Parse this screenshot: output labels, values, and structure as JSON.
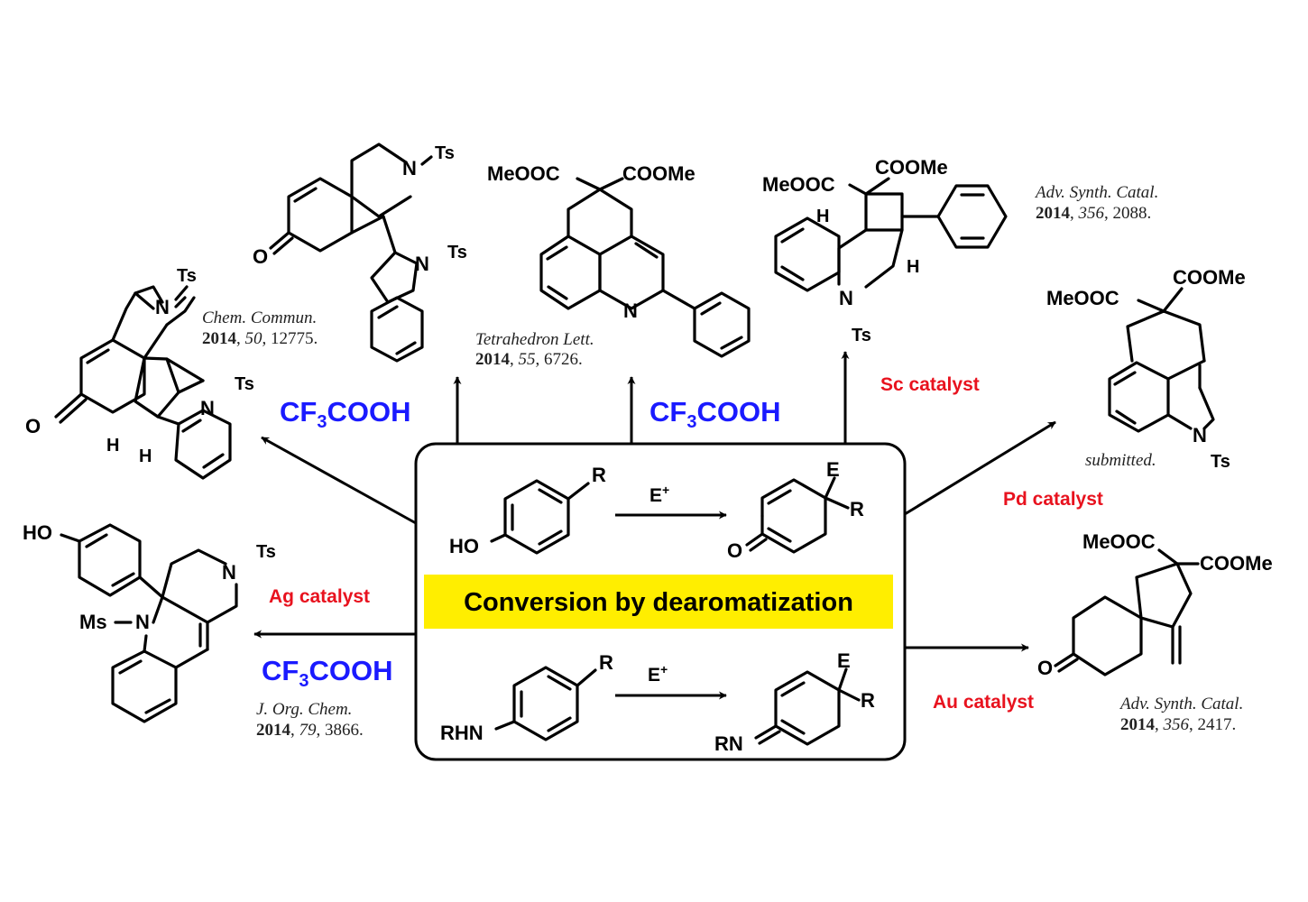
{
  "center": {
    "banner": "Conversion by dearomatization",
    "banner_color": "#ffee00",
    "phenol": {
      "r": "R",
      "oh": "HO",
      "reagent": "E",
      "reagent_sup": "+",
      "prod_e": "E",
      "prod_r": "R",
      "prod_o": "O"
    },
    "aniline": {
      "r": "R",
      "nh": "RHN",
      "reagent": "E",
      "reagent_sup": "+",
      "prod_e": "E",
      "prod_r": "R",
      "prod_n": "RN"
    }
  },
  "reagents": {
    "cf3cooh_a": {
      "pre": "CF",
      "sub": "3",
      "post": "COOH"
    },
    "cf3cooh_b": {
      "pre": "CF",
      "sub": "3",
      "post": "COOH"
    },
    "cf3cooh_c": {
      "pre": "CF",
      "sub": "3",
      "post": "COOH"
    },
    "sc": "Sc catalyst",
    "pd": "Pd catalyst",
    "ag": "Ag catalyst",
    "au": "Au catalyst"
  },
  "citations": {
    "chem_commun": {
      "journal": "Chem. Commun.",
      "year": "2014",
      "vol": "50",
      "page": ", 12775."
    },
    "tet_lett": {
      "journal": "Tetrahedron Lett.",
      "year": "2014",
      "vol": "55",
      "page": ", 6726."
    },
    "adv_synth_1": {
      "journal": "Adv. Synth. Catal.",
      "year": "2014",
      "vol": "356",
      "page": ", 2088."
    },
    "submitted": {
      "journal": "submitted."
    },
    "jorg": {
      "journal": "J. Org. Chem.",
      "year": "2014",
      "vol": "79",
      "page": ", 3866."
    },
    "adv_synth_2": {
      "journal": "Adv. Synth. Catal.",
      "year": "2014",
      "vol": "356",
      "page": ", 2417."
    }
  },
  "labels": {
    "ts": "Ts",
    "n": "N",
    "o": "O",
    "h": "H",
    "ho": "HO",
    "ms": "Ms",
    "meooc": "MeOOC",
    "coome": "COOMe"
  }
}
